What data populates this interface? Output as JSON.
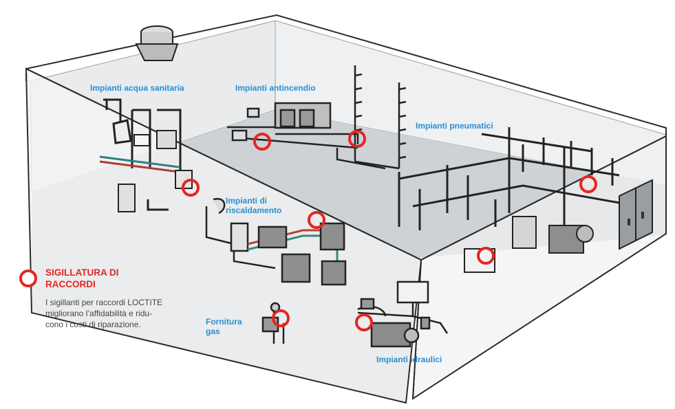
{
  "labels": {
    "sanitary": "Impianti acqua sanitaria",
    "fire": "Impianti antincendio",
    "pneumatic": "Impianti pneumatici",
    "heating_line1": "Impianti di",
    "heating_line2": "riscaldamento",
    "gas_line1": "Fornitura",
    "gas_line2": "gas",
    "hydraulic": "Impianti idraulici"
  },
  "legend": {
    "title_line1": "SIGILLATURA DI",
    "title_line2": "RACCORDI",
    "text_line1": "I sigillanti per raccordi LOCTITE",
    "text_line2": "migliorano l’affidabilità e ridu-",
    "text_line3": "cono i costi di riparazione."
  },
  "colors": {
    "accent_red": "#e52521",
    "label_blue": "#2a8fd0",
    "floor": "#cfd2d4",
    "walls": "#eef0f1",
    "outline": "#1a1a1a"
  }
}
